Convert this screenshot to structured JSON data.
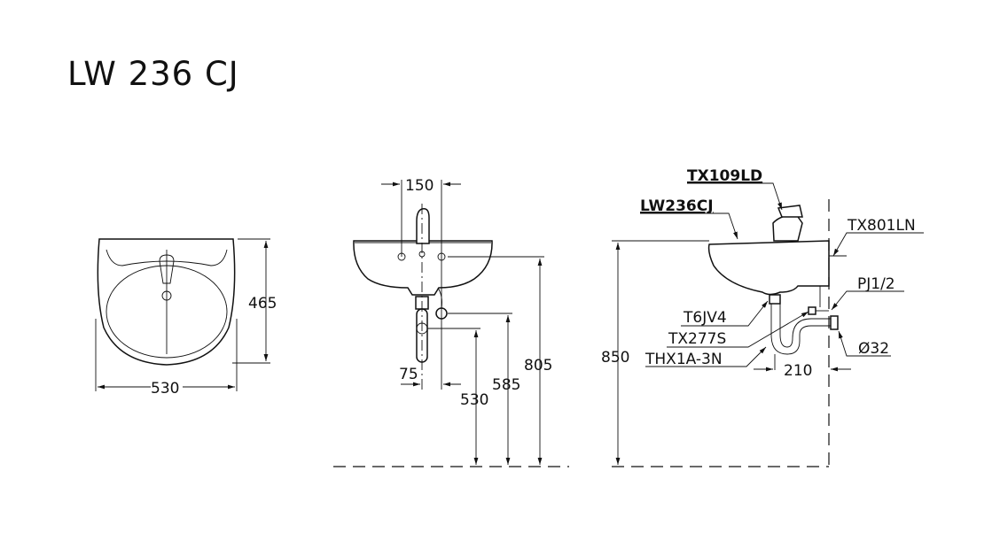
{
  "title": "LW 236 CJ",
  "front_view": {
    "height_dim": "465",
    "width_dim": "530"
  },
  "front_elevation": {
    "hole_spacing_dim": "150",
    "offset_dim": "75",
    "trap_height_dim": "530",
    "supply_height_dim": "585",
    "rim_height_dim": "805"
  },
  "side_view": {
    "height_dim": "850",
    "projection_dim": "210",
    "labels": {
      "faucet": "TX109LD",
      "basin": "LW236CJ",
      "bolt": "TX801LN",
      "pipe": "PJ1/2",
      "waste": "T6JV4",
      "stop_valve": "TX277S",
      "trap": "THX1A-3N",
      "diameter": "Ø32"
    }
  }
}
